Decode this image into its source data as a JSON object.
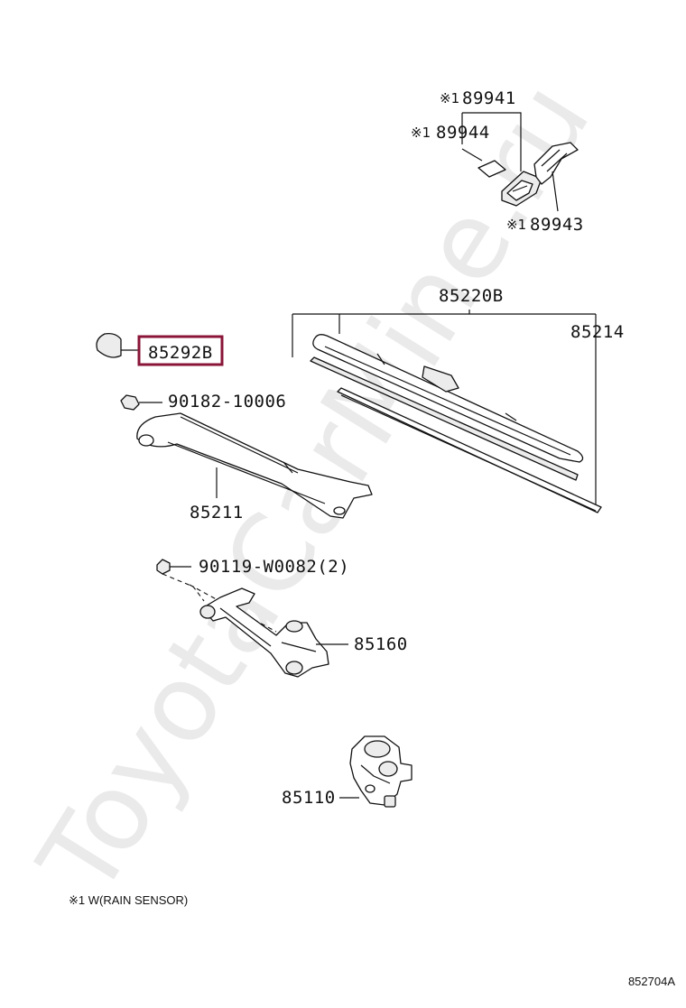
{
  "diagram": {
    "watermark": "ToyotaCarMine.ru",
    "parts": [
      {
        "id": "p89941",
        "mark": "※1",
        "number": "89941",
        "icon": "sensor-cover-icon"
      },
      {
        "id": "p89944",
        "mark": "※1",
        "number": "89944",
        "icon": "gel-pad-icon"
      },
      {
        "id": "p89943",
        "mark": "※1",
        "number": "89943",
        "icon": "sensor-bracket-icon"
      },
      {
        "id": "p85220B",
        "mark": "",
        "number": "85220B",
        "icon": "wiper-blade-icon"
      },
      {
        "id": "p85214",
        "mark": "",
        "number": "85214",
        "icon": "blade-rubber-icon"
      },
      {
        "id": "p85292B",
        "mark": "",
        "number": "85292B",
        "icon": "head-cap-icon",
        "highlighted": true
      },
      {
        "id": "p90182",
        "mark": "",
        "number": "90182-10006",
        "icon": "nut-icon"
      },
      {
        "id": "p85211",
        "mark": "",
        "number": "85211",
        "icon": "wiper-arm-icon"
      },
      {
        "id": "p90119",
        "mark": "",
        "number": "90119-W0082(2)",
        "icon": "bolt-icon"
      },
      {
        "id": "p85160",
        "mark": "",
        "number": "85160",
        "icon": "link-assembly-icon"
      },
      {
        "id": "p85110",
        "mark": "",
        "number": "85110",
        "icon": "wiper-motor-icon"
      }
    ],
    "footnote": "※1 W(RAIN SENSOR)",
    "diagram_code": "852704A",
    "colors": {
      "highlight": "#8a1538",
      "line": "#111111",
      "watermark": "#d9d9d9"
    }
  }
}
